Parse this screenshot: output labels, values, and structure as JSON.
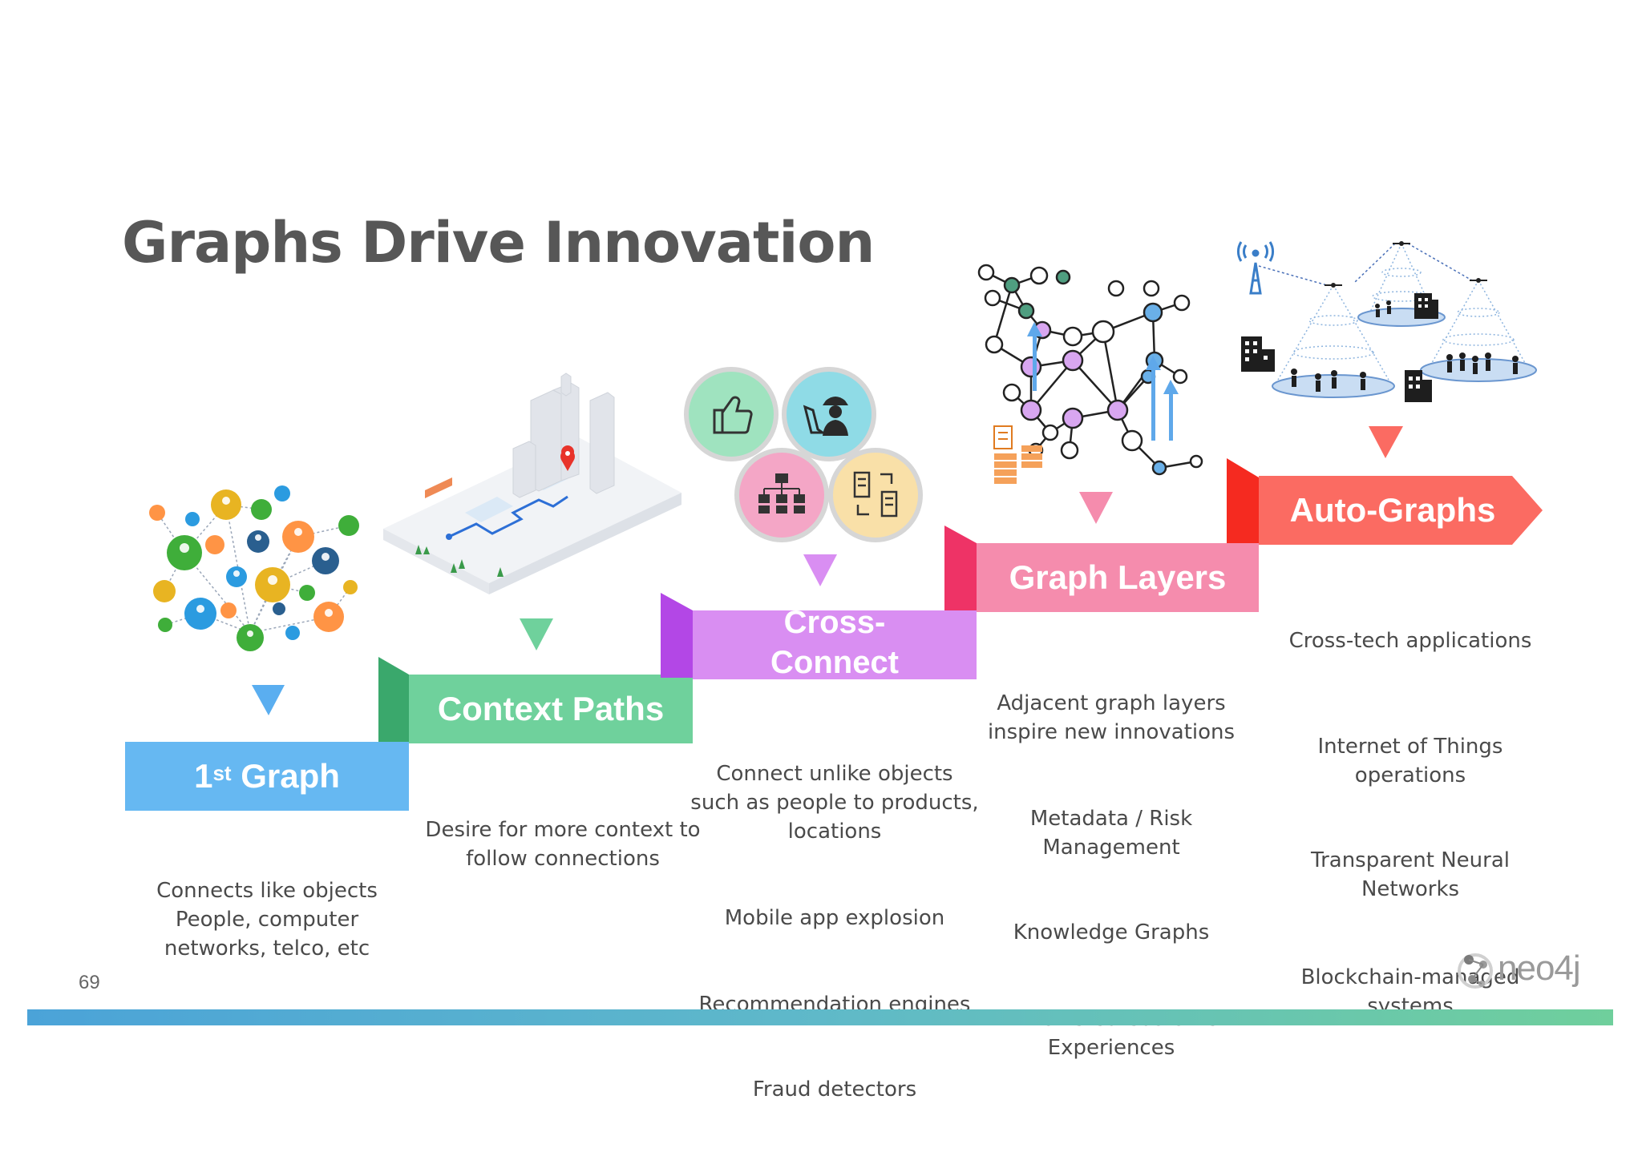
{
  "slide": {
    "title": "Graphs Drive Innovation",
    "page_number": "69",
    "logo_text": "neo4j"
  },
  "stages": [
    {
      "label_main": "1",
      "label_sup": "st",
      "label_rest": " Graph",
      "color": "#66b8f2",
      "fold_color": "#1a8fe0",
      "arrow_color": "#5aaef0",
      "illustration": "people-network-icon",
      "descriptions": [
        "Connects like objects\nPeople, computer\nnetworks, telco, etc"
      ]
    },
    {
      "label": "Context Paths",
      "color": "#6fd19c",
      "fold_color": "#3aa86c",
      "arrow_color": "#6fd19c",
      "illustration": "city-map-icon",
      "descriptions": [
        "Desire for more context to\nfollow connections"
      ]
    },
    {
      "label": "Cross-\nConnect",
      "color": "#d98ef2",
      "fold_color": "#b347e6",
      "arrow_color": "#d98ef2",
      "illustration": "cross-connect-circles-icon",
      "descriptions": [
        "Connect unlike objects\nsuch as people to products,\nlocations",
        "Mobile app explosion",
        "Recommendation engines",
        "Fraud detectors"
      ]
    },
    {
      "label": "Graph Layers",
      "color": "#f58cad",
      "fold_color": "#ee3366",
      "arrow_color": "#f58cad",
      "illustration": "layered-graph-icon",
      "descriptions": [
        "Adjacent graph layers\ninspire new innovations",
        "Metadata / Risk\nManagement",
        "Knowledge Graphs",
        "AI- Powered Customer\nExperiences"
      ]
    },
    {
      "label": "Auto-Graphs",
      "color": "#fb6b62",
      "fold_color": "#f52a20",
      "arrow_color": "#fb6b62",
      "illustration": "iot-network-icon",
      "descriptions": [
        "Cross-tech applications",
        "Internet of Things\noperations",
        "Transparent Neural\nNetworks",
        "Blockchain-managed\nsystems"
      ]
    }
  ],
  "footer": {
    "gradient": [
      "#4ba3d8",
      "#6fcf9c"
    ]
  }
}
